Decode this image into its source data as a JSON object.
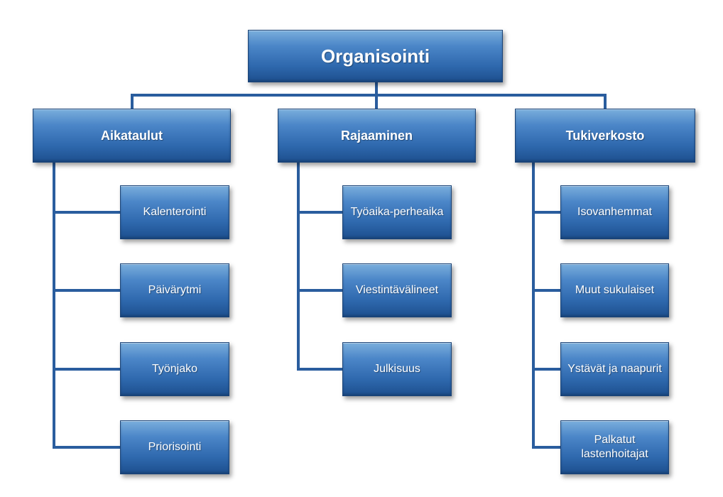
{
  "diagram": {
    "root": "Organisointi",
    "colors": {
      "box_fill": "#2e68ad",
      "box_border": "#1b4478",
      "connector": "#2a5d9e",
      "text": "#ffffff"
    },
    "categories": [
      {
        "label": "Aikataulut",
        "items": [
          "Kalenterointi",
          "Päivärytmi",
          "Työnjako",
          "Priorisointi"
        ]
      },
      {
        "label": "Rajaaminen",
        "items": [
          "Työaika-perheaika",
          "Viestintävälineet",
          "Julkisuus"
        ]
      },
      {
        "label": "Tukiverkosto",
        "items": [
          "Isovanhemmat",
          "Muut sukulaiset",
          "Ystävät ja naapurit",
          "Palkatut lastenhoitajat"
        ]
      }
    ]
  }
}
